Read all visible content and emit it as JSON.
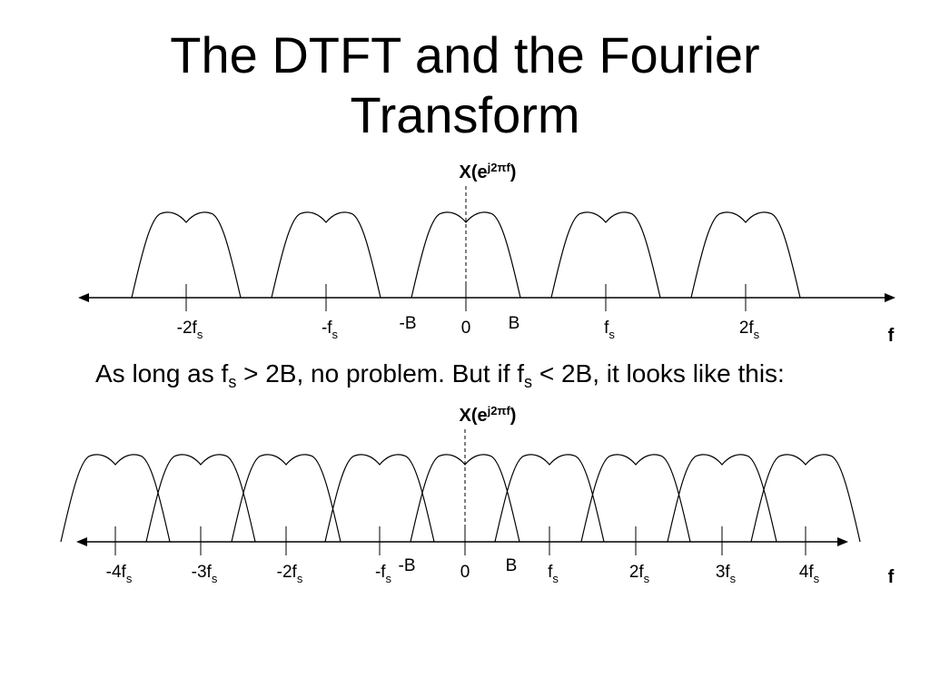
{
  "title": {
    "line1": "The DTFT and the Fourier",
    "line2": "Transform"
  },
  "sentence": {
    "part1": "As long as f",
    "sub1": "s",
    "part2": " > 2B, no problem.  But if f",
    "sub2": "s",
    "part3": " < 2B, it looks like this:"
  },
  "plot_top": {
    "ylabel_base": "X(e",
    "ylabel_sup": "j2πf",
    "ylabel_close": ")",
    "xlabel": "f",
    "ticks": [
      {
        "main": "-2f",
        "sub": "s"
      },
      {
        "main": "-f",
        "sub": "s"
      },
      {
        "main": "0",
        "sub": ""
      },
      {
        "main": "f",
        "sub": "s"
      },
      {
        "main": "2f",
        "sub": "s"
      }
    ],
    "band_labels": [
      "-B",
      "B"
    ]
  },
  "plot_bottom": {
    "ylabel_base": "X(e",
    "ylabel_sup": "j2πf",
    "ylabel_close": ")",
    "xlabel": "f",
    "ticks": [
      {
        "main": "-4f",
        "sub": "s"
      },
      {
        "main": "-3f",
        "sub": "s"
      },
      {
        "main": "-2f",
        "sub": "s"
      },
      {
        "main": "-f",
        "sub": "s"
      },
      {
        "main": "0",
        "sub": ""
      },
      {
        "main": "f",
        "sub": "s"
      },
      {
        "main": "2f",
        "sub": "s"
      },
      {
        "main": "3f",
        "sub": "s"
      },
      {
        "main": "4f",
        "sub": "s"
      }
    ],
    "band_labels": [
      "-B",
      "B"
    ]
  }
}
